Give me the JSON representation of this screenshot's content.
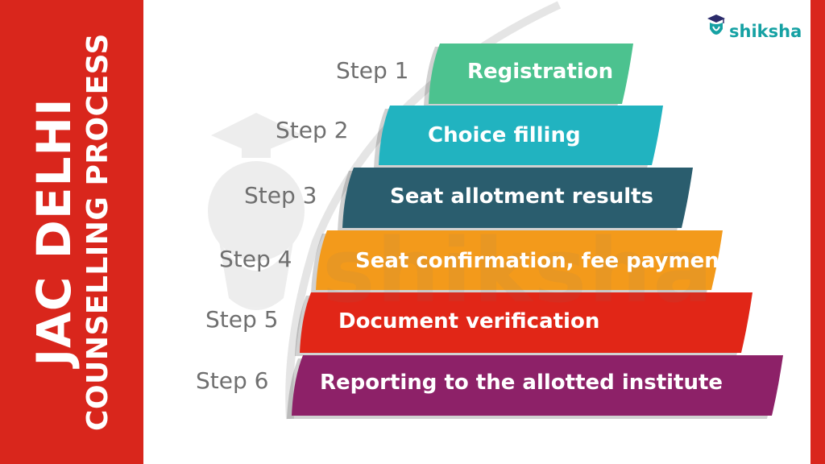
{
  "title": {
    "line1": "JAC DELHI",
    "line2": "COUNSELLING PROCESS"
  },
  "logo": {
    "text": "shiksha"
  },
  "watermark": "shiksha",
  "steps": [
    {
      "step": "Step 1",
      "label": "Registration",
      "color": "#4cc28f"
    },
    {
      "step": "Step 2",
      "label": "Choice filling",
      "color": "#21b3c0"
    },
    {
      "step": "Step 3",
      "label": "Seat allotment results",
      "color": "#2a5d6e"
    },
    {
      "step": "Step 4",
      "label": "Seat confirmation, fee payment",
      "color": "#f39a1b"
    },
    {
      "step": "Step 5",
      "label": "Document verification",
      "color": "#e12617"
    },
    {
      "step": "Step 6",
      "label": "Reporting to the allotted institute",
      "color": "#8d2168"
    }
  ],
  "colors": {
    "band": "#d9261c",
    "logo": "#15a1a3"
  }
}
